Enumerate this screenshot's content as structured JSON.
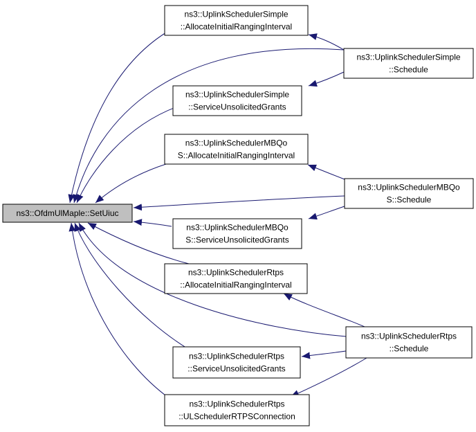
{
  "colors": {
    "edge": "#191970",
    "root_fill": "#bfbfbf",
    "node_fill": "#ffffff",
    "border": "#000000"
  },
  "nodes": [
    {
      "id": "root",
      "lines": [
        "ns3::OfdmUlMaple::SetUiuc"
      ],
      "root": true
    },
    {
      "id": "simple_alloc",
      "lines": [
        "ns3::UplinkSchedulerSimple",
        "::AllocateInitialRangingInterval"
      ]
    },
    {
      "id": "simple_sched",
      "lines": [
        "ns3::UplinkSchedulerSimple",
        "::Schedule"
      ]
    },
    {
      "id": "simple_grants",
      "lines": [
        "ns3::UplinkSchedulerSimple",
        "::ServiceUnsolicitedGrants"
      ]
    },
    {
      "id": "mbqos_alloc",
      "lines": [
        "ns3::UplinkSchedulerMBQo",
        "S::AllocateInitialRangingInterval"
      ]
    },
    {
      "id": "mbqos_sched",
      "lines": [
        "ns3::UplinkSchedulerMBQo",
        "S::Schedule"
      ]
    },
    {
      "id": "mbqos_grants",
      "lines": [
        "ns3::UplinkSchedulerMBQo",
        "S::ServiceUnsolicitedGrants"
      ]
    },
    {
      "id": "rtps_alloc",
      "lines": [
        "ns3::UplinkSchedulerRtps",
        "::AllocateInitialRangingInterval"
      ]
    },
    {
      "id": "rtps_sched",
      "lines": [
        "ns3::UplinkSchedulerRtps",
        "::Schedule"
      ]
    },
    {
      "id": "rtps_grants",
      "lines": [
        "ns3::UplinkSchedulerRtps",
        "::ServiceUnsolicitedGrants"
      ]
    },
    {
      "id": "rtps_conn",
      "lines": [
        "ns3::UplinkSchedulerRtps",
        "::ULSchedulerRTPSConnection"
      ]
    }
  ],
  "edges": [
    {
      "from": "simple_alloc",
      "to": "root"
    },
    {
      "from": "simple_sched",
      "to": "root"
    },
    {
      "from": "simple_grants",
      "to": "root"
    },
    {
      "from": "mbqos_alloc",
      "to": "root"
    },
    {
      "from": "mbqos_sched",
      "to": "root"
    },
    {
      "from": "mbqos_grants",
      "to": "root"
    },
    {
      "from": "rtps_alloc",
      "to": "root"
    },
    {
      "from": "rtps_sched",
      "to": "root"
    },
    {
      "from": "rtps_grants",
      "to": "root"
    },
    {
      "from": "rtps_conn",
      "to": "root"
    },
    {
      "from": "simple_sched",
      "to": "simple_alloc"
    },
    {
      "from": "simple_sched",
      "to": "simple_grants"
    },
    {
      "from": "mbqos_sched",
      "to": "mbqos_alloc"
    },
    {
      "from": "mbqos_sched",
      "to": "mbqos_grants"
    },
    {
      "from": "rtps_sched",
      "to": "rtps_alloc"
    },
    {
      "from": "rtps_sched",
      "to": "rtps_grants"
    },
    {
      "from": "rtps_sched",
      "to": "rtps_conn"
    }
  ]
}
